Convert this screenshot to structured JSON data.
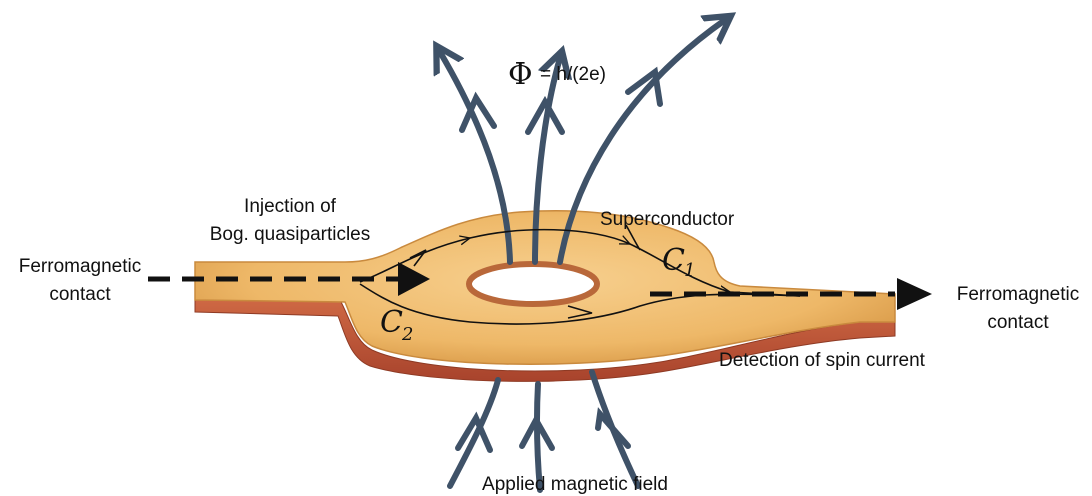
{
  "labels": {
    "flux": "= h/(2e)",
    "flux_symbol": "Φ",
    "injection_line1": "Injection of",
    "injection_line2": "Bog. quasiparticles",
    "superconductor": "Superconductor",
    "ferro_left_line1": "Ferromagnetic",
    "ferro_left_line2": "contact",
    "ferro_right_line1": "Ferromagnetic",
    "ferro_right_line2": "contact",
    "path1_symbol": "C",
    "path1_sub": "1",
    "path2_symbol": "C",
    "path2_sub": "2",
    "detection": "Detection of spin current",
    "applied_field": "Applied magnetic field"
  },
  "colors": {
    "superconductor_top": "#f0c27a",
    "superconductor_edge": "#c98a3e",
    "substrate": "#c4563a",
    "field_lines": "#3f5268",
    "paths": "#111111"
  }
}
